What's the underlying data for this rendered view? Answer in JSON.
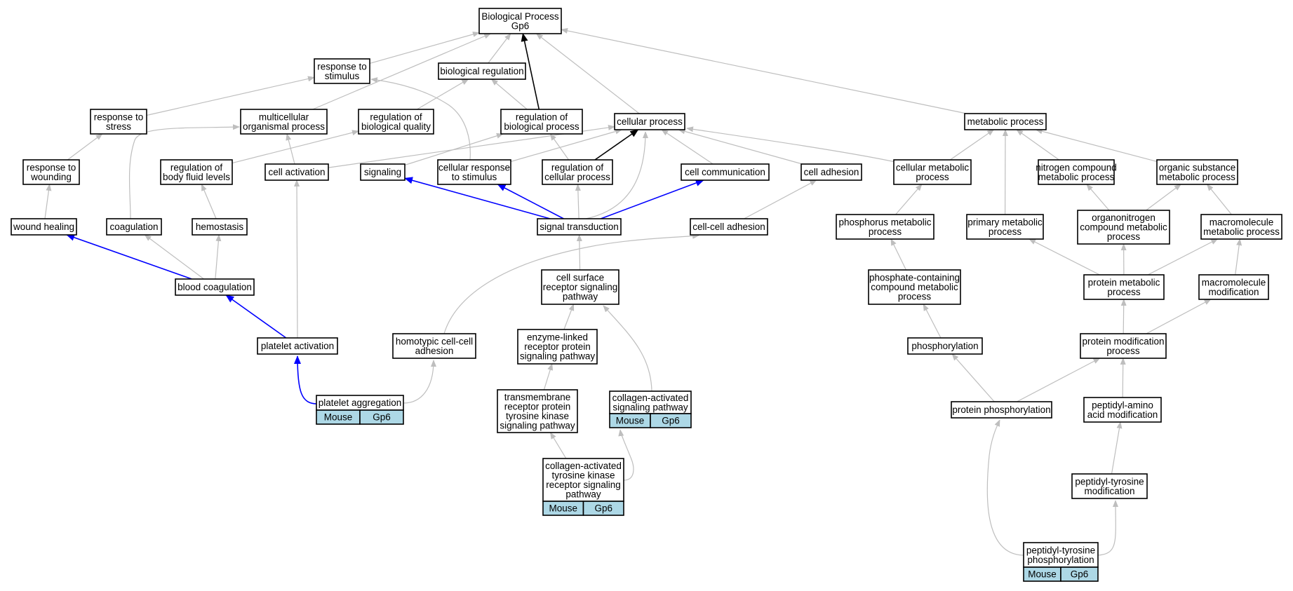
{
  "nodes": {
    "bp": {
      "lines": [
        "Biological Process",
        "Gp6"
      ]
    },
    "response_to_stimulus": {
      "lines": [
        "response to",
        "stimulus"
      ]
    },
    "biological_regulation": {
      "lines": [
        "biological regulation"
      ]
    },
    "response_to_stress": {
      "lines": [
        "response to",
        "stress"
      ]
    },
    "multicellular_organismal_process": {
      "lines": [
        "multicellular",
        "organismal process"
      ]
    },
    "regulation_of_biological_quality": {
      "lines": [
        "regulation of",
        "biological quality"
      ]
    },
    "regulation_of_biological_process": {
      "lines": [
        "regulation of",
        "biological process"
      ]
    },
    "cellular_process": {
      "lines": [
        "cellular process"
      ]
    },
    "metabolic_process": {
      "lines": [
        "metabolic process"
      ]
    },
    "response_to_wounding": {
      "lines": [
        "response to",
        "wounding"
      ]
    },
    "regulation_of_body_fluid_levels": {
      "lines": [
        "regulation of",
        "body fluid levels"
      ]
    },
    "cell_activation": {
      "lines": [
        "cell activation"
      ]
    },
    "signaling": {
      "lines": [
        "signaling"
      ]
    },
    "cellular_response_to_stimulus": {
      "lines": [
        "cellular response",
        "to stimulus"
      ]
    },
    "regulation_of_cellular_process": {
      "lines": [
        "regulation of",
        "cellular process"
      ]
    },
    "cell_communication": {
      "lines": [
        "cell communication"
      ]
    },
    "cell_adhesion": {
      "lines": [
        "cell adhesion"
      ]
    },
    "cellular_metabolic_process": {
      "lines": [
        "cellular metabolic",
        "process"
      ]
    },
    "nitrogen_compound_metabolic_process": {
      "lines": [
        "nitrogen compound",
        "metabolic process"
      ]
    },
    "organic_substance_metabolic_process": {
      "lines": [
        "organic substance",
        "metabolic process"
      ]
    },
    "wound_healing": {
      "lines": [
        "wound healing"
      ]
    },
    "coagulation": {
      "lines": [
        "coagulation"
      ]
    },
    "hemostasis": {
      "lines": [
        "hemostasis"
      ]
    },
    "signal_transduction": {
      "lines": [
        "signal transduction"
      ]
    },
    "cell_cell_adhesion": {
      "lines": [
        "cell-cell adhesion"
      ]
    },
    "phosphorus_metabolic_process": {
      "lines": [
        "phosphorus metabolic",
        "process"
      ]
    },
    "primary_metabolic_process": {
      "lines": [
        "primary metabolic",
        "process"
      ]
    },
    "organonitrogen_compound_metabolic_process": {
      "lines": [
        "organonitrogen",
        "compound metabolic",
        "process"
      ]
    },
    "macromolecule_metabolic_process": {
      "lines": [
        "macromolecule",
        "metabolic process"
      ]
    },
    "blood_coagulation": {
      "lines": [
        "blood coagulation"
      ]
    },
    "cell_surface_receptor_signaling_pathway": {
      "lines": [
        "cell surface",
        "receptor signaling",
        "pathway"
      ]
    },
    "phosphate_containing_compound_metabolic_process": {
      "lines": [
        "phosphate-containing",
        "compound metabolic",
        "process"
      ]
    },
    "protein_metabolic_process": {
      "lines": [
        "protein metabolic",
        "process"
      ]
    },
    "macromolecule_modification": {
      "lines": [
        "macromolecule",
        "modification"
      ]
    },
    "platelet_activation": {
      "lines": [
        "platelet activation"
      ]
    },
    "homotypic_cell_cell_adhesion": {
      "lines": [
        "homotypic cell-cell",
        "adhesion"
      ]
    },
    "enzyme_linked_receptor_protein_signaling_pathway": {
      "lines": [
        "enzyme-linked",
        "receptor protein",
        "signaling pathway"
      ]
    },
    "phosphorylation": {
      "lines": [
        "phosphorylation"
      ]
    },
    "protein_modification_process": {
      "lines": [
        "protein modification",
        "process"
      ]
    },
    "transmembrane_receptor_protein_tyrosine_kinase_signaling_pathway": {
      "lines": [
        "transmembrane",
        "receptor protein",
        "tyrosine kinase",
        "signaling pathway"
      ]
    },
    "platelet_aggregation": {
      "lines": [
        "platelet aggregation"
      ],
      "annotation": [
        "Mouse",
        "Gp6"
      ]
    },
    "collagen_activated_signaling_pathway": {
      "lines": [
        "collagen-activated",
        "signaling pathway"
      ],
      "annotation": [
        "Mouse",
        "Gp6"
      ]
    },
    "protein_phosphorylation": {
      "lines": [
        "protein phosphorylation"
      ]
    },
    "peptidyl_amino_acid_modification": {
      "lines": [
        "peptidyl-amino",
        "acid modification"
      ]
    },
    "collagen_activated_tyrosine_kinase_receptor_signaling_pathway": {
      "lines": [
        "collagen-activated",
        "tyrosine kinase",
        "receptor signaling",
        "pathway"
      ],
      "annotation": [
        "Mouse",
        "Gp6"
      ]
    },
    "peptidyl_tyrosine_modification": {
      "lines": [
        "peptidyl-tyrosine",
        "modification"
      ]
    },
    "peptidyl_tyrosine_phosphorylation": {
      "lines": [
        "peptidyl-tyrosine",
        "phosphorylation"
      ],
      "annotation": [
        "Mouse",
        "Gp6"
      ]
    }
  },
  "edge_colors": {
    "default": "#bebebe",
    "path": "#0000ff",
    "root": "#000000"
  },
  "edges": [
    {
      "from": "response_to_stimulus",
      "to": "bp",
      "color": "default"
    },
    {
      "from": "biological_regulation",
      "to": "bp",
      "color": "default"
    },
    {
      "from": "multicellular_organismal_process",
      "to": "bp",
      "color": "default"
    },
    {
      "from": "regulation_of_biological_process",
      "to": "bp",
      "color": "root"
    },
    {
      "from": "cellular_process",
      "to": "bp",
      "color": "default"
    },
    {
      "from": "metabolic_process",
      "to": "bp",
      "color": "default"
    },
    {
      "from": "response_to_stress",
      "to": "response_to_stimulus",
      "color": "default"
    },
    {
      "from": "cellular_response_to_stimulus",
      "to": "response_to_stimulus",
      "color": "default"
    },
    {
      "from": "regulation_of_biological_quality",
      "to": "biological_regulation",
      "color": "default"
    },
    {
      "from": "regulation_of_biological_process",
      "to": "biological_regulation",
      "color": "default"
    },
    {
      "from": "response_to_wounding",
      "to": "response_to_stress",
      "color": "default"
    },
    {
      "from": "coagulation",
      "to": "multicellular_organismal_process",
      "color": "default"
    },
    {
      "from": "cell_activation",
      "to": "multicellular_organismal_process",
      "color": "default"
    },
    {
      "from": "regulation_of_body_fluid_levels",
      "to": "regulation_of_biological_quality",
      "color": "default"
    },
    {
      "from": "signaling",
      "to": "regulation_of_biological_process",
      "color": "default"
    },
    {
      "from": "regulation_of_cellular_process",
      "to": "regulation_of_biological_process",
      "color": "default"
    },
    {
      "from": "regulation_of_cellular_process",
      "to": "cellular_process",
      "color": "root"
    },
    {
      "from": "cell_activation",
      "to": "cellular_process",
      "color": "default"
    },
    {
      "from": "cellular_response_to_stimulus",
      "to": "cellular_process",
      "color": "default"
    },
    {
      "from": "signal_transduction",
      "to": "cellular_process",
      "color": "default"
    },
    {
      "from": "cell_communication",
      "to": "cellular_process",
      "color": "default"
    },
    {
      "from": "cell_adhesion",
      "to": "cellular_process",
      "color": "default"
    },
    {
      "from": "cellular_metabolic_process",
      "to": "cellular_process",
      "color": "default"
    },
    {
      "from": "cellular_metabolic_process",
      "to": "metabolic_process",
      "color": "default"
    },
    {
      "from": "primary_metabolic_process",
      "to": "metabolic_process",
      "color": "default"
    },
    {
      "from": "nitrogen_compound_metabolic_process",
      "to": "metabolic_process",
      "color": "default"
    },
    {
      "from": "organic_substance_metabolic_process",
      "to": "metabolic_process",
      "color": "default"
    },
    {
      "from": "wound_healing",
      "to": "response_to_wounding",
      "color": "default"
    },
    {
      "from": "hemostasis",
      "to": "regulation_of_body_fluid_levels",
      "color": "default"
    },
    {
      "from": "platelet_activation",
      "to": "cell_activation",
      "color": "default"
    },
    {
      "from": "signal_transduction",
      "to": "signaling",
      "color": "path"
    },
    {
      "from": "signal_transduction",
      "to": "cellular_response_to_stimulus",
      "color": "path"
    },
    {
      "from": "signal_transduction",
      "to": "regulation_of_cellular_process",
      "color": "default"
    },
    {
      "from": "signal_transduction",
      "to": "cell_communication",
      "color": "path"
    },
    {
      "from": "cell_cell_adhesion",
      "to": "cell_adhesion",
      "color": "default"
    },
    {
      "from": "phosphorus_metabolic_process",
      "to": "cellular_metabolic_process",
      "color": "default"
    },
    {
      "from": "organonitrogen_compound_metabolic_process",
      "to": "nitrogen_compound_metabolic_process",
      "color": "default"
    },
    {
      "from": "organonitrogen_compound_metabolic_process",
      "to": "organic_substance_metabolic_process",
      "color": "default"
    },
    {
      "from": "macromolecule_metabolic_process",
      "to": "organic_substance_metabolic_process",
      "color": "default"
    },
    {
      "from": "blood_coagulation",
      "to": "wound_healing",
      "color": "path"
    },
    {
      "from": "blood_coagulation",
      "to": "coagulation",
      "color": "default"
    },
    {
      "from": "blood_coagulation",
      "to": "hemostasis",
      "color": "default"
    },
    {
      "from": "cell_surface_receptor_signaling_pathway",
      "to": "signal_transduction",
      "color": "default"
    },
    {
      "from": "homotypic_cell_cell_adhesion",
      "to": "cell_cell_adhesion",
      "color": "default"
    },
    {
      "from": "phosphate_containing_compound_metabolic_process",
      "to": "phosphorus_metabolic_process",
      "color": "default"
    },
    {
      "from": "protein_metabolic_process",
      "to": "primary_metabolic_process",
      "color": "default"
    },
    {
      "from": "protein_metabolic_process",
      "to": "organonitrogen_compound_metabolic_process",
      "color": "default"
    },
    {
      "from": "protein_metabolic_process",
      "to": "macromolecule_metabolic_process",
      "color": "default"
    },
    {
      "from": "macromolecule_modification",
      "to": "macromolecule_metabolic_process",
      "color": "default"
    },
    {
      "from": "platelet_activation",
      "to": "blood_coagulation",
      "color": "path"
    },
    {
      "from": "enzyme_linked_receptor_protein_signaling_pathway",
      "to": "cell_surface_receptor_signaling_pathway",
      "color": "default"
    },
    {
      "from": "collagen_activated_signaling_pathway",
      "to": "cell_surface_receptor_signaling_pathway",
      "color": "default"
    },
    {
      "from": "phosphorylation",
      "to": "phosphate_containing_compound_metabolic_process",
      "color": "default"
    },
    {
      "from": "protein_modification_process",
      "to": "protein_metabolic_process",
      "color": "default"
    },
    {
      "from": "protein_modification_process",
      "to": "macromolecule_modification",
      "color": "default"
    },
    {
      "from": "platelet_aggregation",
      "to": "platelet_activation",
      "color": "path"
    },
    {
      "from": "platelet_aggregation",
      "to": "homotypic_cell_cell_adhesion",
      "color": "default"
    },
    {
      "from": "transmembrane_receptor_protein_tyrosine_kinase_signaling_pathway",
      "to": "enzyme_linked_receptor_protein_signaling_pathway",
      "color": "default"
    },
    {
      "from": "protein_phosphorylation",
      "to": "phosphorylation",
      "color": "default"
    },
    {
      "from": "protein_phosphorylation",
      "to": "protein_modification_process",
      "color": "default"
    },
    {
      "from": "peptidyl_amino_acid_modification",
      "to": "protein_modification_process",
      "color": "default"
    },
    {
      "from": "collagen_activated_tyrosine_kinase_receptor_signaling_pathway",
      "to": "transmembrane_receptor_protein_tyrosine_kinase_signaling_pathway",
      "color": "default"
    },
    {
      "from": "collagen_activated_tyrosine_kinase_receptor_signaling_pathway",
      "to": "collagen_activated_signaling_pathway",
      "color": "default"
    },
    {
      "from": "peptidyl_tyrosine_modification",
      "to": "peptidyl_amino_acid_modification",
      "color": "default"
    },
    {
      "from": "peptidyl_tyrosine_phosphorylation",
      "to": "protein_phosphorylation",
      "color": "default"
    },
    {
      "from": "peptidyl_tyrosine_phosphorylation",
      "to": "peptidyl_tyrosine_modification",
      "color": "default"
    }
  ]
}
